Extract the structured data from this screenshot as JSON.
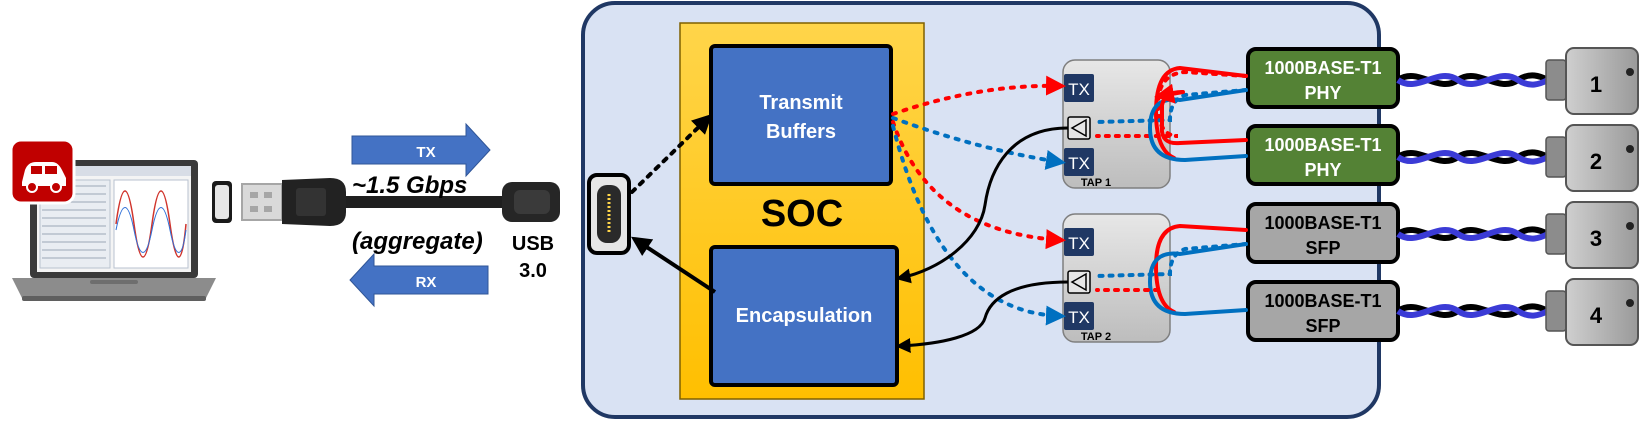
{
  "arrows": {
    "tx_label": "TX",
    "rx_label": "RX"
  },
  "bandwidth": {
    "rate": "~1.5 Gbps",
    "note": "(aggregate)"
  },
  "usb": {
    "line1": "USB",
    "line2": "3.0"
  },
  "soc": {
    "label": "SOC",
    "transmit_line1": "Transmit",
    "transmit_line2": "Buffers",
    "encapsulation": "Encapsulation"
  },
  "taps": [
    {
      "label": "TAP 1",
      "tx_top": "TX",
      "tx_bottom": "TX"
    },
    {
      "label": "TAP 2",
      "tx_top": "TX",
      "tx_bottom": "TX"
    }
  ],
  "phys": [
    {
      "line1": "1000BASE-T1",
      "line2": "PHY",
      "color": "#548235"
    },
    {
      "line1": "1000BASE-T1",
      "line2": "PHY",
      "color": "#548235"
    },
    {
      "line1": "1000BASE-T1",
      "line2": "SFP",
      "color": "#a6a6a6"
    },
    {
      "line1": "1000BASE-T1",
      "line2": "SFP",
      "color": "#a6a6a6"
    }
  ],
  "ports": [
    "1",
    "2",
    "3",
    "4"
  ],
  "colors": {
    "accent_blue": "#4472c4",
    "soc_yellow": "#ffc000",
    "panel_bg": "#d9e2f3",
    "panel_border": "#203864",
    "signal_red": "#ff0000",
    "signal_blue": "#0070c0"
  }
}
